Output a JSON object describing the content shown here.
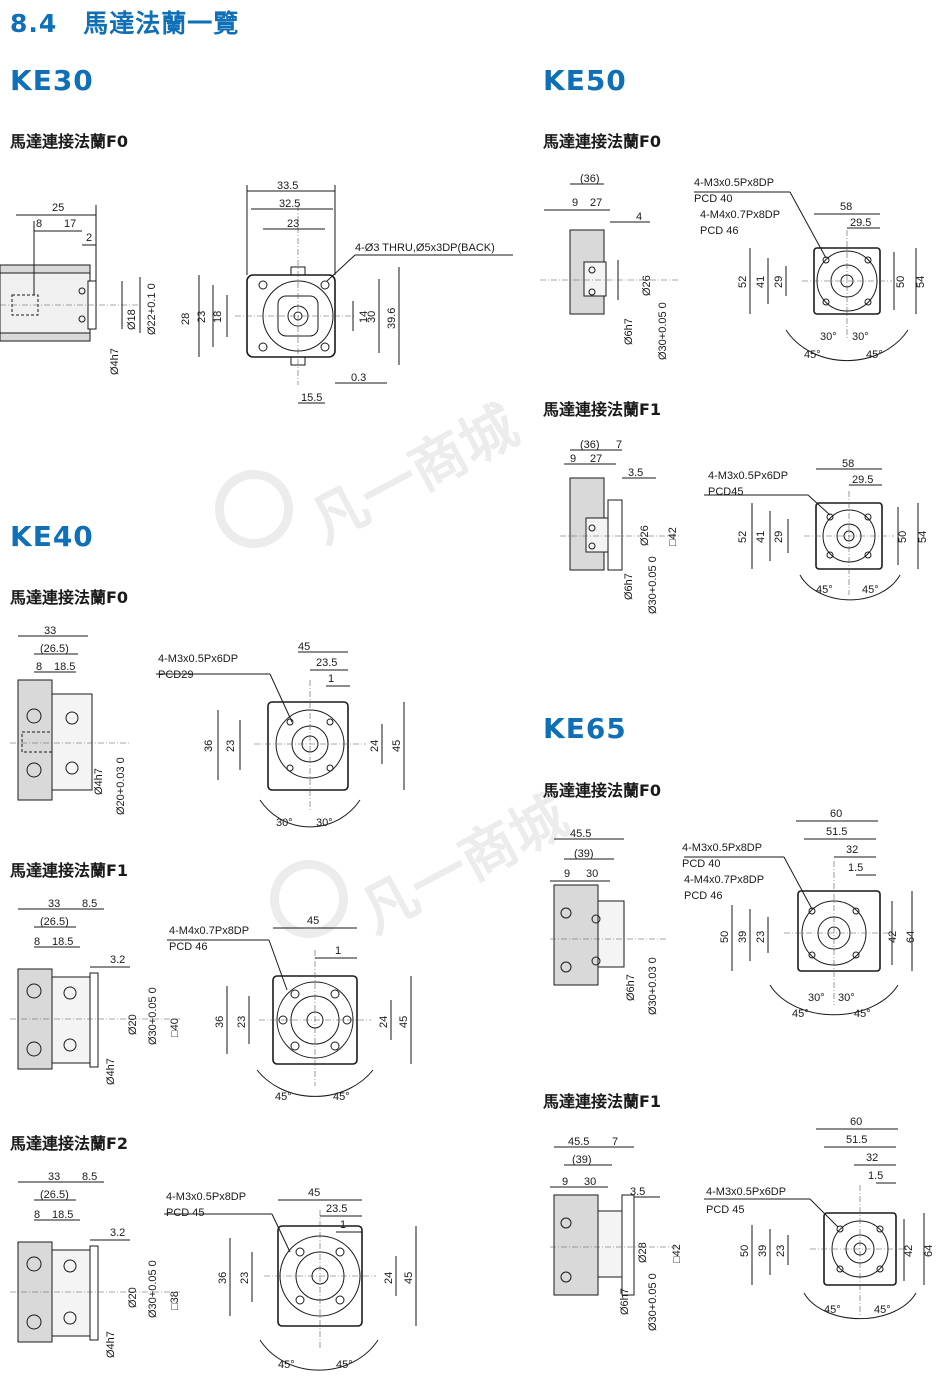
{
  "header": {
    "number": "8.4",
    "title": "馬達法蘭一覽"
  },
  "watermark": {
    "text": "凡一商城"
  },
  "KE30": {
    "model": "KE30",
    "F0": {
      "title": "馬達連接法蘭F0",
      "side": {
        "d1": "25",
        "d2": "8",
        "d3": "17",
        "d4": "2",
        "d5": "Ø18",
        "d6": "Ø22+0.1 0",
        "d7": "Ø4h7"
      },
      "front": {
        "w1": "33.5",
        "w2": "32.5",
        "w3": "23",
        "note": "4-Ø3 THRU,Ø5x3DP(BACK)",
        "h1": "28",
        "h2": "23",
        "h3": "18",
        "h4": "14",
        "h5": "30",
        "h6": "39.6",
        "b1": "0.3",
        "b2": "15.5"
      }
    }
  },
  "KE40": {
    "model": "KE40",
    "F0": {
      "title": "馬達連接法蘭F0",
      "side": {
        "d1": "33",
        "d2": "(26.5)",
        "d3": "8",
        "d4": "18.5",
        "d5": "Ø4h7",
        "d6": "Ø20+0.03 0"
      },
      "front": {
        "note1": "4-M3x0.5Px6DP",
        "note2": "PCD29",
        "w1": "45",
        "w2": "23.5",
        "w3": "1",
        "h1": "36",
        "h2": "23",
        "h3": "24",
        "h4": "45",
        "a1": "30°",
        "a2": "30°"
      }
    },
    "F1": {
      "title": "馬達連接法蘭F1",
      "side": {
        "d1": "33",
        "d2": "8.5",
        "d3": "(26.5)",
        "d4": "8",
        "d5": "18.5",
        "d6": "3.2",
        "d7": "Ø20",
        "d8": "Ø30+0.05 0",
        "d9": "□40",
        "d10": "Ø4h7"
      },
      "front": {
        "note1": "4-M4x0.7Px8DP",
        "note2": "PCD 46",
        "w1": "45",
        "w2": "1",
        "h1": "36",
        "h2": "23",
        "h3": "24",
        "h4": "45",
        "a1": "45°",
        "a2": "45°"
      }
    },
    "F2": {
      "title": "馬達連接法蘭F2",
      "side": {
        "d1": "33",
        "d2": "8.5",
        "d3": "(26.5)",
        "d4": "8",
        "d5": "18.5",
        "d6": "3.2",
        "d7": "Ø20",
        "d8": "Ø30+0.05 0",
        "d9": "□38",
        "d10": "Ø4h7"
      },
      "front": {
        "note1": "4-M3x0.5Px8DP",
        "note2": "PCD 45",
        "w1": "45",
        "w2": "23.5",
        "w3": "1",
        "h1": "36",
        "h2": "23",
        "h3": "24",
        "h4": "45",
        "a1": "45°",
        "a2": "45°"
      }
    }
  },
  "KE50": {
    "model": "KE50",
    "F0": {
      "title": "馬達連接法蘭F0",
      "side": {
        "d1": "(36)",
        "d2": "9",
        "d3": "27",
        "d4": "4",
        "d5": "Ø26",
        "d6": "Ø6h7",
        "d7": "Ø30+0.05 0"
      },
      "front": {
        "note1": "4-M3x0.5Px8DP",
        "note2": "PCD 40",
        "note3": "4-M4x0.7Px8DP",
        "note4": "PCD 46",
        "w1": "58",
        "w2": "29.5",
        "h1": "52",
        "h2": "41",
        "h3": "29",
        "h4": "50",
        "h5": "54",
        "a1": "30°",
        "a2": "30°",
        "a3": "45°",
        "a4": "45°"
      }
    },
    "F1": {
      "title": "馬達連接法蘭F1",
      "side": {
        "d1": "(36)",
        "d2": "7",
        "d3": "9",
        "d4": "27",
        "d5": "3.5",
        "d6": "Ø26",
        "d7": "□42",
        "d8": "Ø6h7",
        "d9": "Ø30+0.05 0"
      },
      "front": {
        "note1": "4-M3x0.5Px6DP",
        "note2": "PCD45",
        "w1": "58",
        "w2": "29.5",
        "h1": "52",
        "h2": "41",
        "h3": "29",
        "h4": "50",
        "h5": "54",
        "a1": "45°",
        "a2": "45°"
      }
    }
  },
  "KE65": {
    "model": "KE65",
    "F0": {
      "title": "馬達連接法蘭F0",
      "side": {
        "d1": "45.5",
        "d2": "(39)",
        "d3": "9",
        "d4": "30",
        "d5": "Ø6h7",
        "d6": "Ø30+0.03 0"
      },
      "front": {
        "note1": "4-M3x0.5Px8DP",
        "note2": "PCD 40",
        "note3": "4-M4x0.7Px8DP",
        "note4": "PCD 46",
        "w1": "60",
        "w2": "51.5",
        "w3": "32",
        "w4": "1.5",
        "h1": "50",
        "h2": "39",
        "h3": "23",
        "h4": "42",
        "h5": "64",
        "a1": "30°",
        "a2": "30°",
        "a3": "45°",
        "a4": "45°"
      }
    },
    "F1": {
      "title": "馬達連接法蘭F1",
      "side": {
        "d1": "45.5",
        "d2": "7",
        "d3": "(39)",
        "d4": "9",
        "d5": "30",
        "d6": "3.5",
        "d7": "Ø28",
        "d8": "□42",
        "d9": "Ø6h7",
        "d10": "Ø30+0.05 0"
      },
      "front": {
        "note1": "4-M3x0.5Px6DP",
        "note2": "PCD 45",
        "w1": "60",
        "w2": "51.5",
        "w3": "32",
        "w4": "1.5",
        "h1": "50",
        "h2": "39",
        "h3": "23",
        "h4": "42",
        "h5": "64",
        "a1": "45°",
        "a2": "45°"
      }
    }
  }
}
